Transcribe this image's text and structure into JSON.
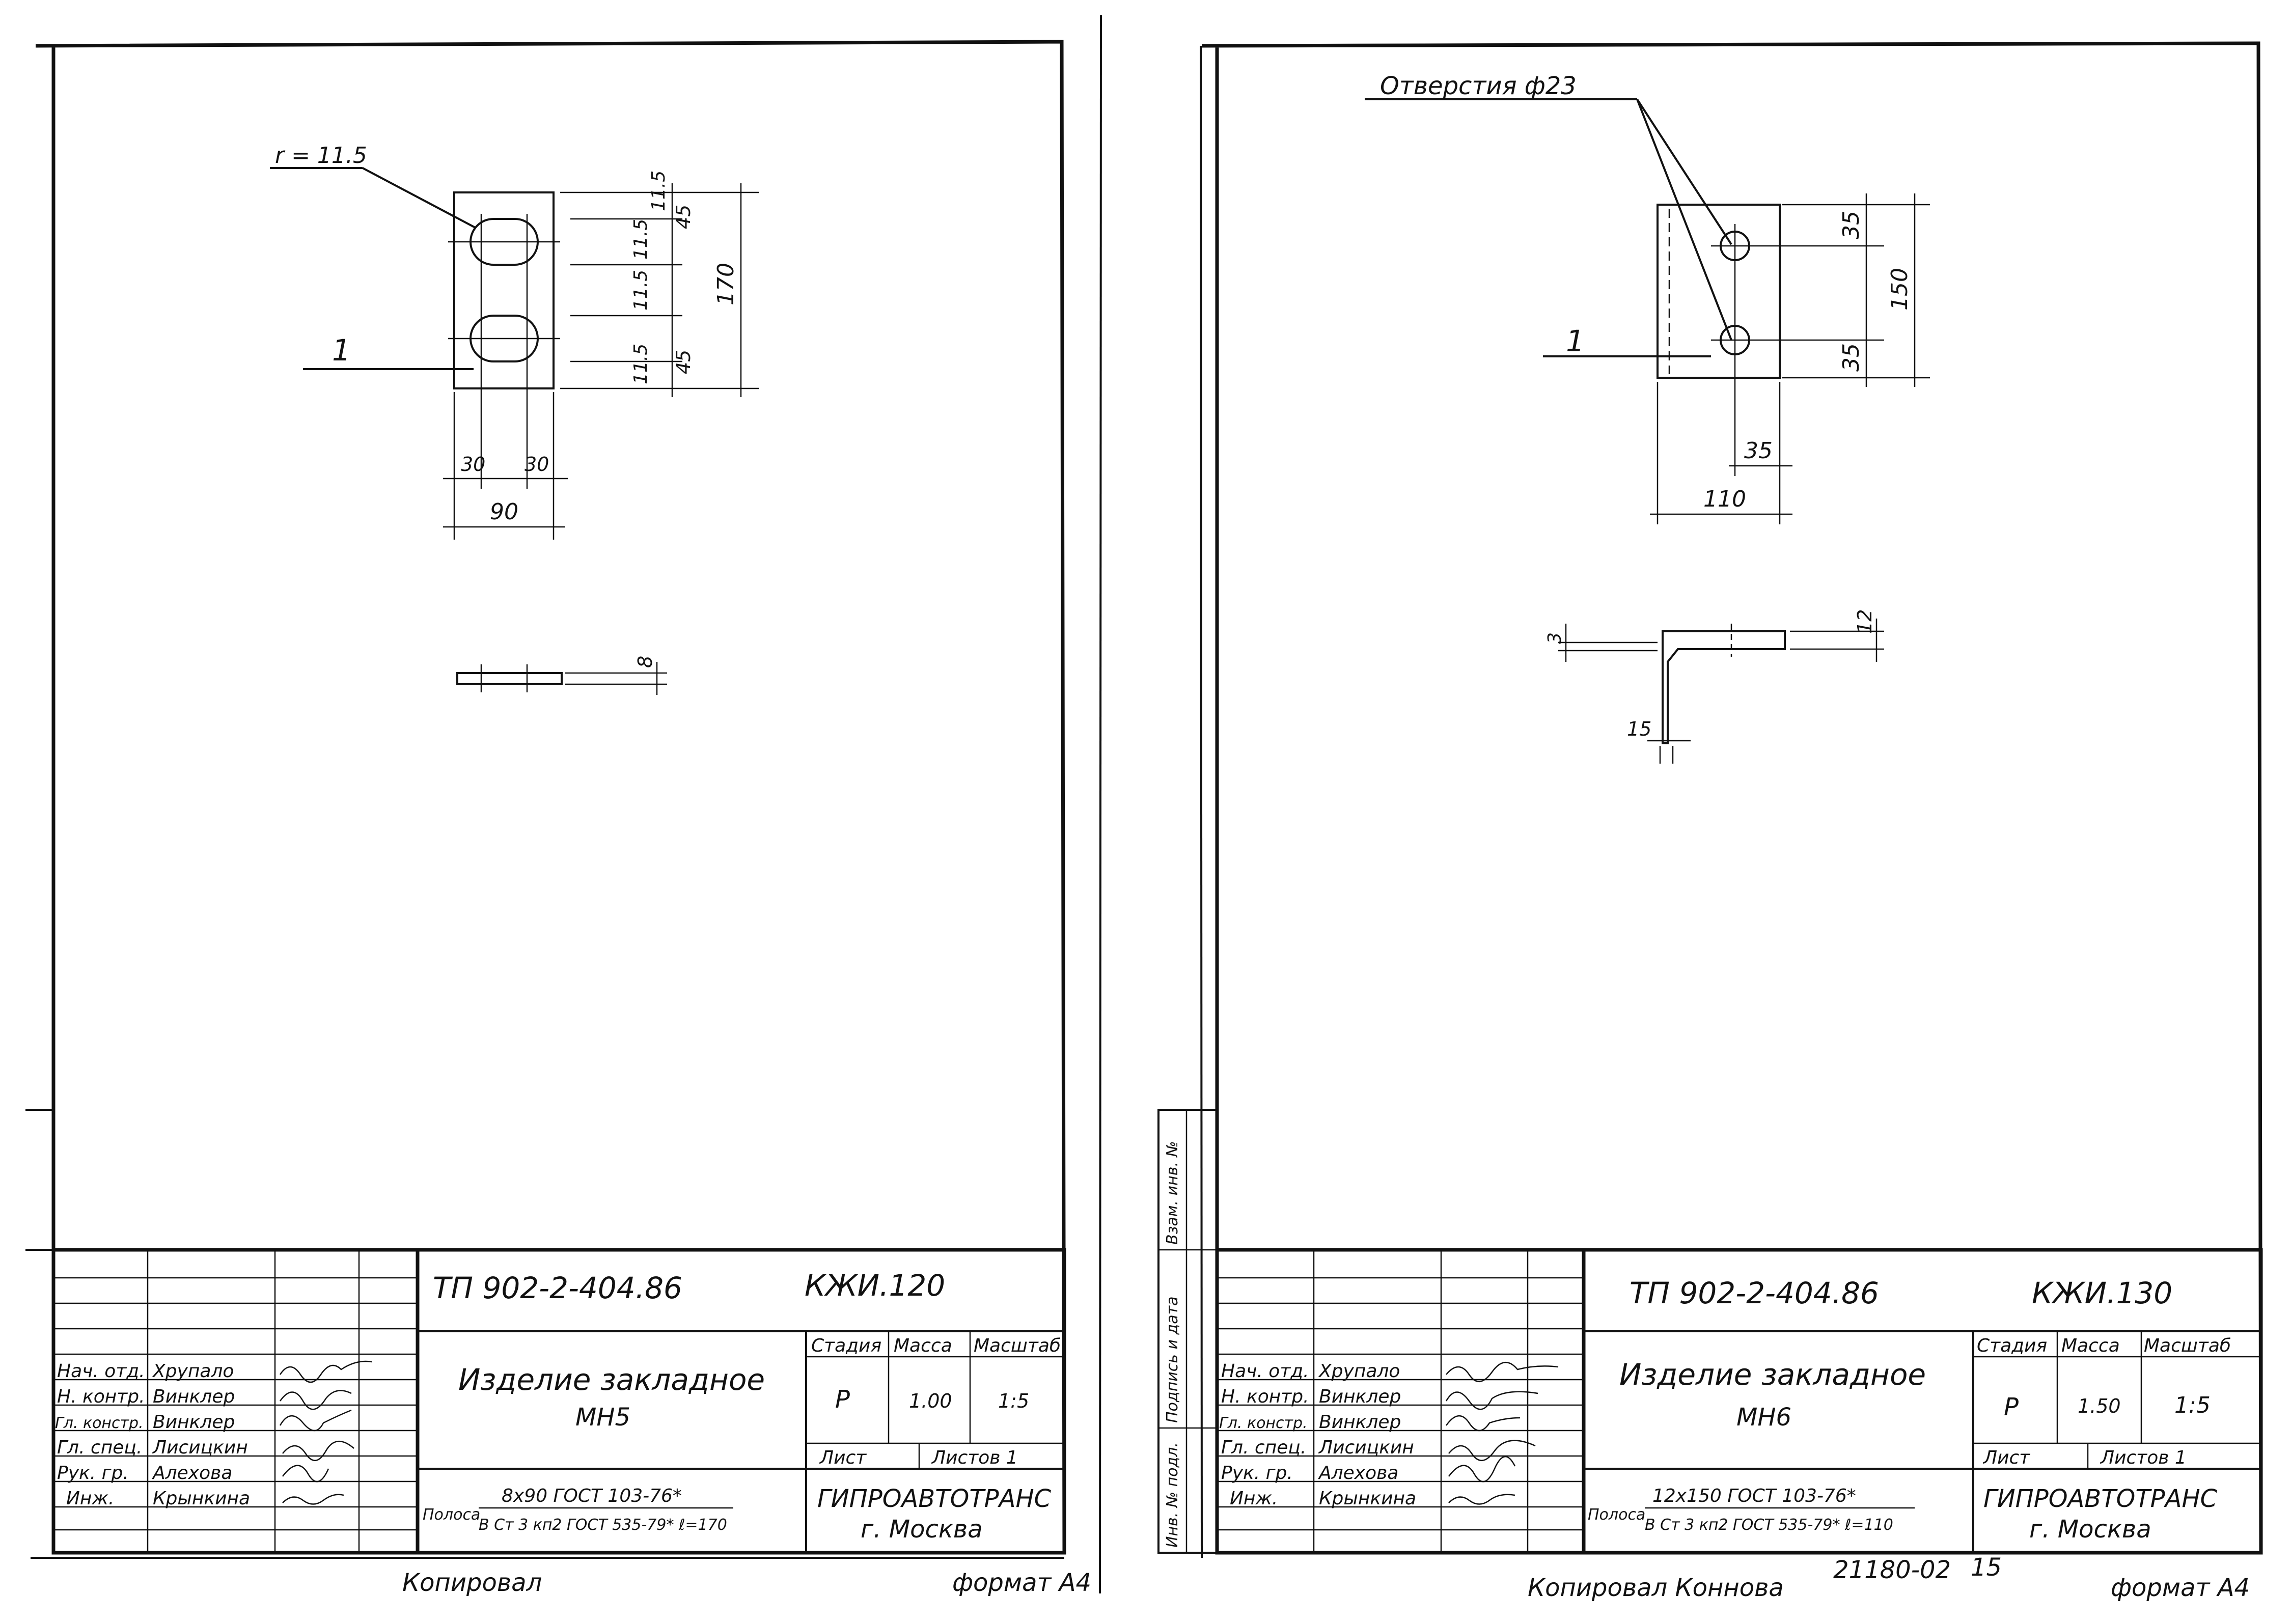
{
  "sheets": [
    {
      "id": "left",
      "radius_callout": "r = 11.5",
      "part_leader": "1",
      "dims_vertical": [
        "11.5",
        "45",
        "170",
        "11.5",
        "11.5",
        "11.5",
        "45"
      ],
      "dims_horizontal": [
        "30",
        "30",
        "90"
      ],
      "thickness_dim": "8",
      "title_block": {
        "project": "ТП 902-2-404.86",
        "code": "КЖИ.120",
        "name": "Изделие закладное",
        "mark": "МН5",
        "stage_header": "Стадия",
        "mass_header": "Масса",
        "scale_header": "Масштаб",
        "stage": "Р",
        "mass": "1.00",
        "scale": "1:5",
        "sheet_label": "Лист",
        "sheets_label": "Листов 1",
        "org": "ГИПРОАВТОТРАНС",
        "city": "г. Москва",
        "material_prefix": "Полоса",
        "material_top": "8х90 ГОСТ 103-76*",
        "material_bottom": "В Ст 3 кп2 ГОСТ 535-79*  ℓ=170",
        "signatories": [
          {
            "role": "Нач. отд.",
            "name": "Хрупало"
          },
          {
            "role": "Н. контр.",
            "name": "Винклер"
          },
          {
            "role": "Гл. констр.",
            "name": "Винклер"
          },
          {
            "role": "Гл. спец.",
            "name": "Лисицкин"
          },
          {
            "role": "Рук. гр.",
            "name": "Алехова"
          },
          {
            "role": "Инж.",
            "name": "Крынкина"
          }
        ]
      },
      "footer_left": "Копировал",
      "footer_right": "формат А4"
    },
    {
      "id": "right",
      "holes_callout": "Отверстия ф23",
      "part_leader": "1",
      "dims_vertical": [
        "35",
        "150",
        "35"
      ],
      "dims_horizontal": [
        "35",
        "110"
      ],
      "section_dims": [
        "3",
        "12",
        "15"
      ],
      "side_stamp": [
        "Инв. № подл.",
        "Подпись и дата",
        "Взам. инв. №"
      ],
      "title_block": {
        "project": "ТП 902-2-404.86",
        "code": "КЖИ.130",
        "name": "Изделие закладное",
        "mark": "МН6",
        "stage_header": "Стадия",
        "mass_header": "Масса",
        "scale_header": "Масштаб",
        "stage": "Р",
        "mass": "1.50",
        "scale": "1:5",
        "sheet_label": "Лист",
        "sheets_label": "Листов 1",
        "org": "ГИПРОАВТОТРАНС",
        "city": "г. Москва",
        "material_prefix": "Полоса",
        "material_top": "12х150 ГОСТ 103-76*",
        "material_bottom": "В Ст 3 кп2 ГОСТ 535-79*  ℓ=110",
        "signatories": [
          {
            "role": "Нач. отд.",
            "name": "Хрупало"
          },
          {
            "role": "Н. контр.",
            "name": "Винклер"
          },
          {
            "role": "Гл. констр.",
            "name": "Винклер"
          },
          {
            "role": "Гл. спец.",
            "name": "Лисицкин"
          },
          {
            "role": "Рук. гр.",
            "name": "Алехова"
          },
          {
            "role": "Инж.",
            "name": "Крынкина"
          }
        ]
      },
      "footer_left": "Копировал Коннова",
      "footer_number": "21180-02",
      "footer_page": "15",
      "footer_right": "формат А4"
    }
  ]
}
